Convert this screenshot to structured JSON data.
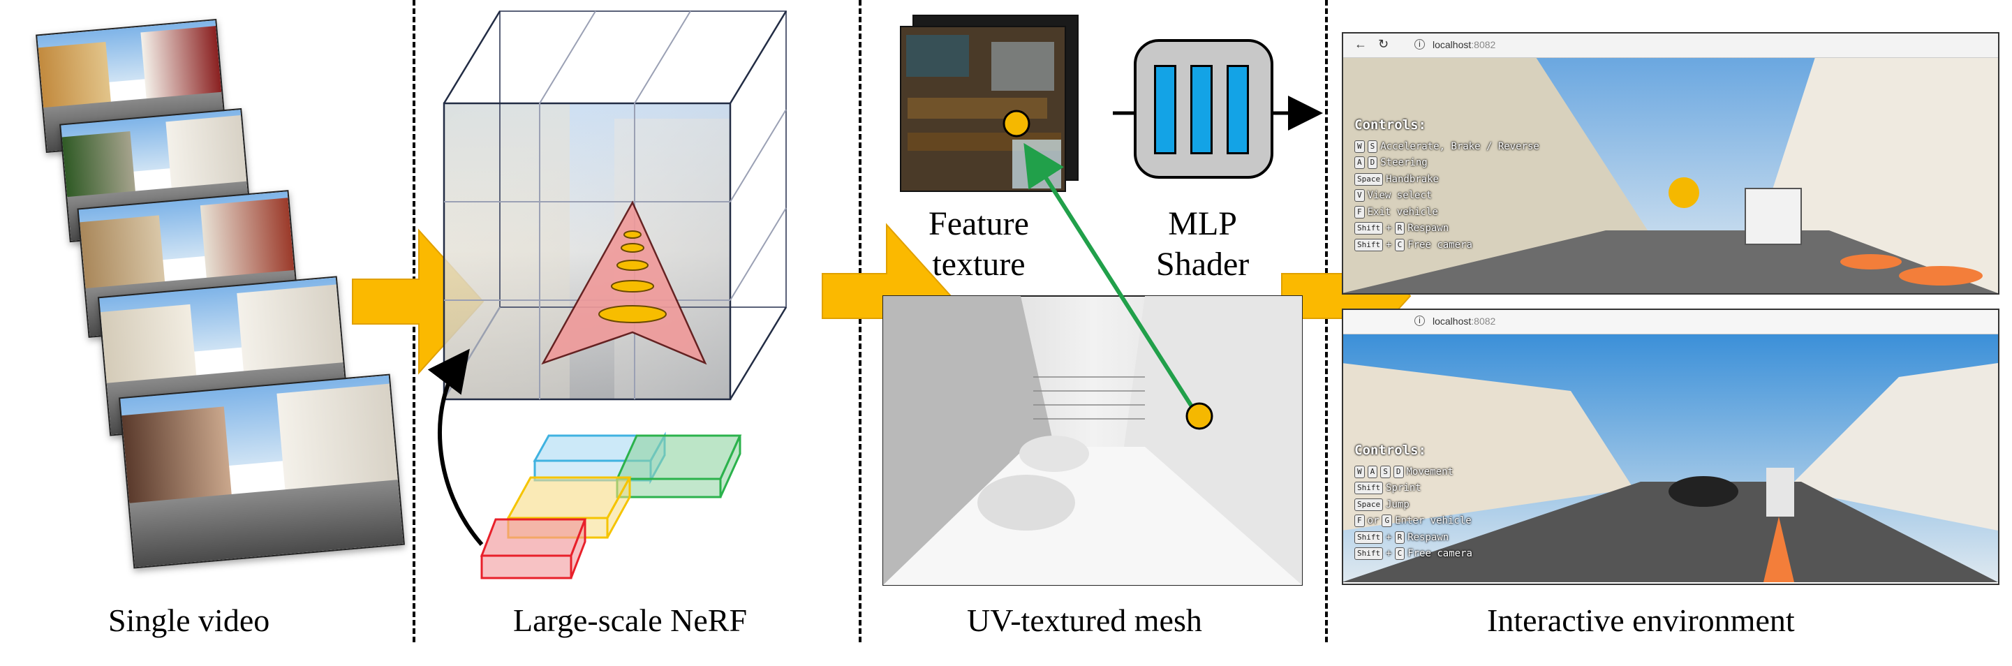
{
  "captions": {
    "single_video": "Single video",
    "nerf": "Large-scale NeRF",
    "mesh": "UV-textured mesh",
    "interactive": "Interactive environment"
  },
  "labels": {
    "feature_texture": [
      "Feature",
      "texture"
    ],
    "mlp_shader": [
      "MLP",
      "Shader"
    ]
  },
  "browser_top": {
    "url_host": "localhost",
    "url_port": ":8082",
    "controls_title": "Controls:",
    "controls": [
      {
        "keys": [
          "W",
          "S"
        ],
        "text": "Accelerate, Brake / Reverse"
      },
      {
        "keys": [
          "A",
          "D"
        ],
        "text": "Steering"
      },
      {
        "keys": [
          "Space"
        ],
        "text": "Handbrake"
      },
      {
        "keys": [
          "V"
        ],
        "text": "View select"
      },
      {
        "keys": [
          "F"
        ],
        "text": "Exit vehicle"
      },
      {
        "keys": [
          "Shift",
          "+",
          "R"
        ],
        "text": "Respawn"
      },
      {
        "keys": [
          "Shift",
          "+",
          "C"
        ],
        "text": "Free camera"
      }
    ]
  },
  "browser_bottom": {
    "url_host": "localhost",
    "url_port": ":8082",
    "controls_title": "Controls:",
    "controls": [
      {
        "keys": [
          "W",
          "A",
          "S",
          "D"
        ],
        "text": "Movement"
      },
      {
        "keys": [
          "Shift"
        ],
        "text": "Sprint"
      },
      {
        "keys": [
          "Space"
        ],
        "text": "Jump"
      },
      {
        "keys": [
          "F",
          "or",
          "G"
        ],
        "text": "Enter vehicle"
      },
      {
        "keys": [
          "Shift",
          "+",
          "R"
        ],
        "text": "Respawn"
      },
      {
        "keys": [
          "Shift",
          "+",
          "C"
        ],
        "text": "Free camera"
      }
    ]
  },
  "colors": {
    "arrow": "#fbb900",
    "grid_red": "#e8202a",
    "grid_yellow": "#f5c400",
    "grid_green": "#2bb24c",
    "grid_blue": "#3fb2e0",
    "mlp_unit": "#13a3e6",
    "uv_link": "#21a04a",
    "marker": "#f5b800"
  }
}
